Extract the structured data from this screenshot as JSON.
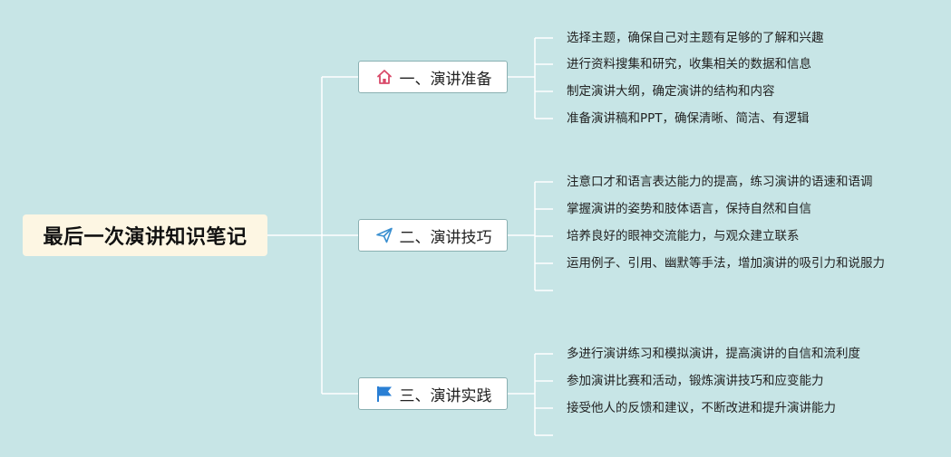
{
  "root": {
    "title": "最后一次演讲知识笔记"
  },
  "branches": [
    {
      "label": "一、演讲准备",
      "icon": "home-icon",
      "items": [
        "选择主题，确保自己对主题有足够的了解和兴趣",
        "进行资料搜集和研究，收集相关的数据和信息",
        "制定演讲大纲，确定演讲的结构和内容",
        "准备演讲稿和PPT，确保清晰、简洁、有逻辑"
      ]
    },
    {
      "label": "二、演讲技巧",
      "icon": "paper-plane-icon",
      "items": [
        "注意口才和语言表达能力的提高，练习演讲的语速和语调",
        "掌握演讲的姿势和肢体语言，保持自然和自信",
        "培养良好的眼神交流能力，与观众建立联系",
        "运用例子、引用、幽默等手法，增加演讲的吸引力和说服力",
        ""
      ]
    },
    {
      "label": "三、演讲实践",
      "icon": "flag-icon",
      "items": [
        "多进行演讲练习和模拟演讲，提高演讲的自信和流利度",
        "参加演讲比赛和活动，锻炼演讲技巧和应变能力",
        "接受他人的反馈和建议，不断改进和提升演讲能力",
        ""
      ]
    }
  ],
  "colors": {
    "background": "#c7e5e6",
    "line": "#ffffff",
    "home_icon": "#d94a6a",
    "plane_icon": "#3a8fd0",
    "flag_icon": "#2a7fd4"
  }
}
